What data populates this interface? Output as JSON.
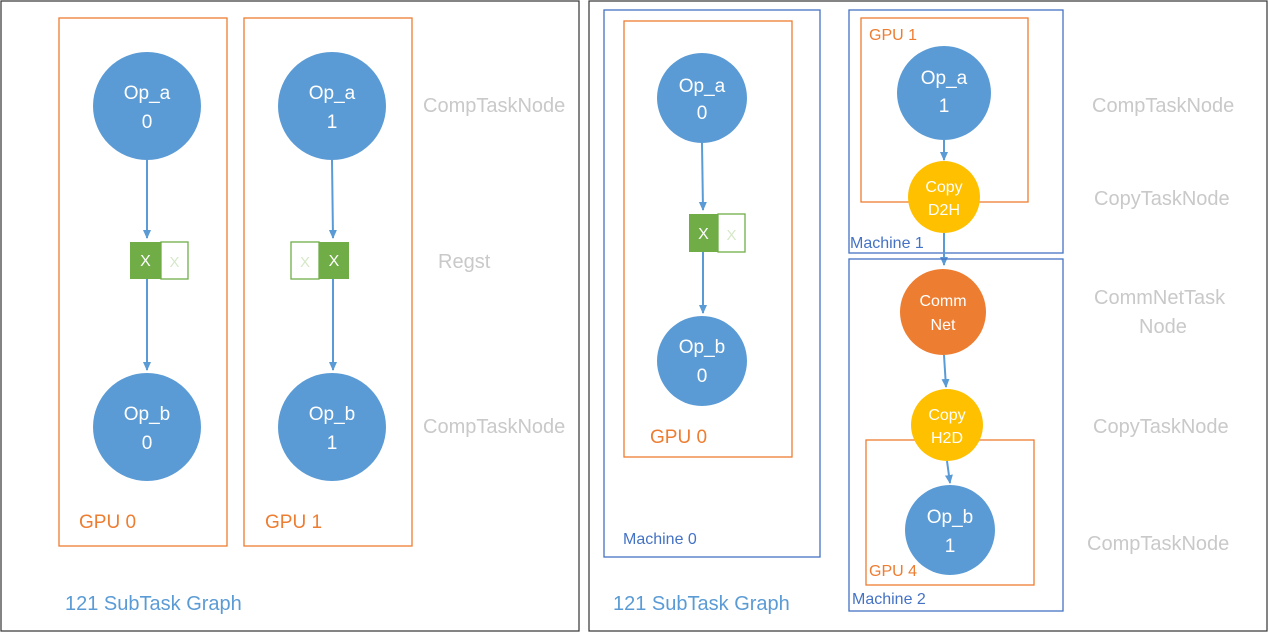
{
  "left_panel": {
    "title": "121 SubTask Graph",
    "gpu0": {
      "label": "GPU 0",
      "op_a": {
        "name": "Op_a",
        "index": "0"
      },
      "op_b": {
        "name": "Op_b",
        "index": "0"
      },
      "regst": {
        "filled": "X",
        "empty": "X"
      }
    },
    "gpu1": {
      "label": "GPU 1",
      "op_a": {
        "name": "Op_a",
        "index": "1"
      },
      "op_b": {
        "name": "Op_b",
        "index": "1"
      },
      "regst": {
        "filled": "X",
        "empty": "X"
      }
    },
    "side_labels": {
      "top": "CompTaskNode",
      "middle": "Regst",
      "bottom": "CompTaskNode"
    }
  },
  "right_panel": {
    "title": "121 SubTask Graph",
    "machine0": {
      "label": "Machine 0",
      "gpu_label": "GPU 0",
      "op_a": {
        "name": "Op_a",
        "index": "0"
      },
      "op_b": {
        "name": "Op_b",
        "index": "0"
      },
      "regst": {
        "filled": "X",
        "empty": "X"
      }
    },
    "machine1": {
      "label": "Machine 1",
      "gpu_label": "GPU 1",
      "op_a": {
        "name": "Op_a",
        "index": "1"
      },
      "copy": {
        "line1": "Copy",
        "line2": "D2H"
      }
    },
    "commnet": {
      "line1": "Comm",
      "line2": "Net"
    },
    "machine2": {
      "label": "Machine 2",
      "gpu_label": "GPU 4",
      "copy": {
        "line1": "Copy",
        "line2": "H2D"
      },
      "op_b": {
        "name": "Op_b",
        "index": "1"
      }
    },
    "side_labels": {
      "comp_top": "CompTaskNode",
      "copy_top": "CopyTaskNode",
      "commnet_line1": "CommNetTask",
      "commnet_line2": "Node",
      "copy_bottom": "CopyTaskNode",
      "comp_bottom": "CompTaskNode"
    }
  },
  "colors": {
    "node_blue": "#5b9bd5",
    "node_yellow": "#ffc000",
    "node_orange": "#ed7d31",
    "regst_green": "#70ad47",
    "gpu_border": "#ed7d31",
    "machine_border": "#4472c4",
    "side_label": "#c9c9c9"
  }
}
